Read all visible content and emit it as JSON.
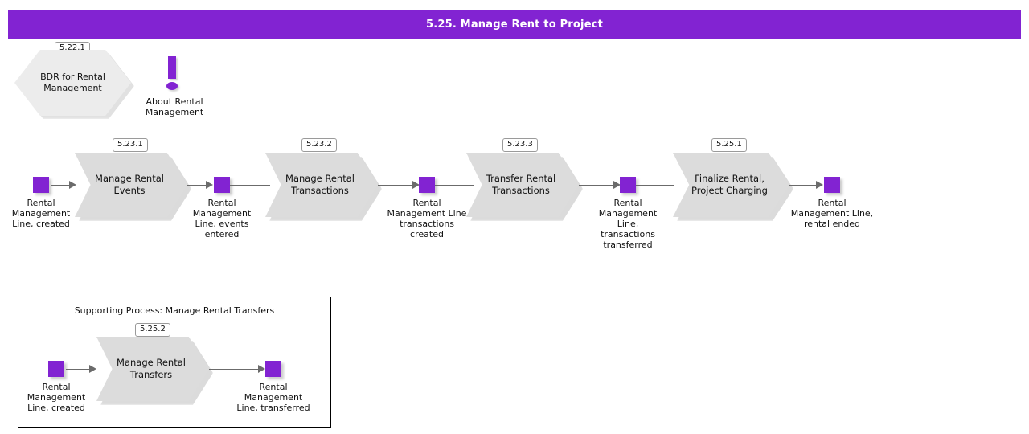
{
  "header": {
    "title": "5.25. Manage Rent to Project",
    "bar_color": "#8223d2",
    "text_color": "#ffffff"
  },
  "colors": {
    "accent_purple": "#8223d2",
    "process_fill": "#dcdcdc",
    "hexagon_fill": "#ececec",
    "connector": "#6b6b6b",
    "badge_border": "#9a9a9a",
    "panel_border": "#000000"
  },
  "building_block": {
    "badge": "5.22.1",
    "label": "BDR for Rental\nManagement",
    "shape": "hexagon"
  },
  "info_marker": {
    "icon": "exclamation-icon",
    "caption": "About Rental\nManagement"
  },
  "main_flow": {
    "start_event": {
      "caption": "Rental\nManagement\nLine, created"
    },
    "steps": [
      {
        "badge": "5.23.1",
        "label": "Manage Rental\nEvents",
        "output_event": "Rental\nManagement\nLine, events\nentered"
      },
      {
        "badge": "5.23.2",
        "label": "Manage Rental\nTransactions",
        "output_event": "Rental\nManagement Line\ntransactions\ncreated"
      },
      {
        "badge": "5.23.3",
        "label": "Transfer Rental\nTransactions",
        "output_event": "Rental\nManagement\nLine,\ntransactions\ntransferred"
      },
      {
        "badge": "5.25.1",
        "label": "Finalize Rental,\nProject Charging",
        "output_event": "Rental\nManagement Line,\nrental ended"
      }
    ]
  },
  "supporting_process": {
    "title": "Supporting Process: Manage Rental Transfers",
    "start_event": {
      "caption": "Rental\nManagement\nLine, created"
    },
    "step": {
      "badge": "5.25.2",
      "label": "Manage Rental\nTransfers"
    },
    "end_event": {
      "caption": "Rental\nManagement\nLine, transferred"
    }
  }
}
